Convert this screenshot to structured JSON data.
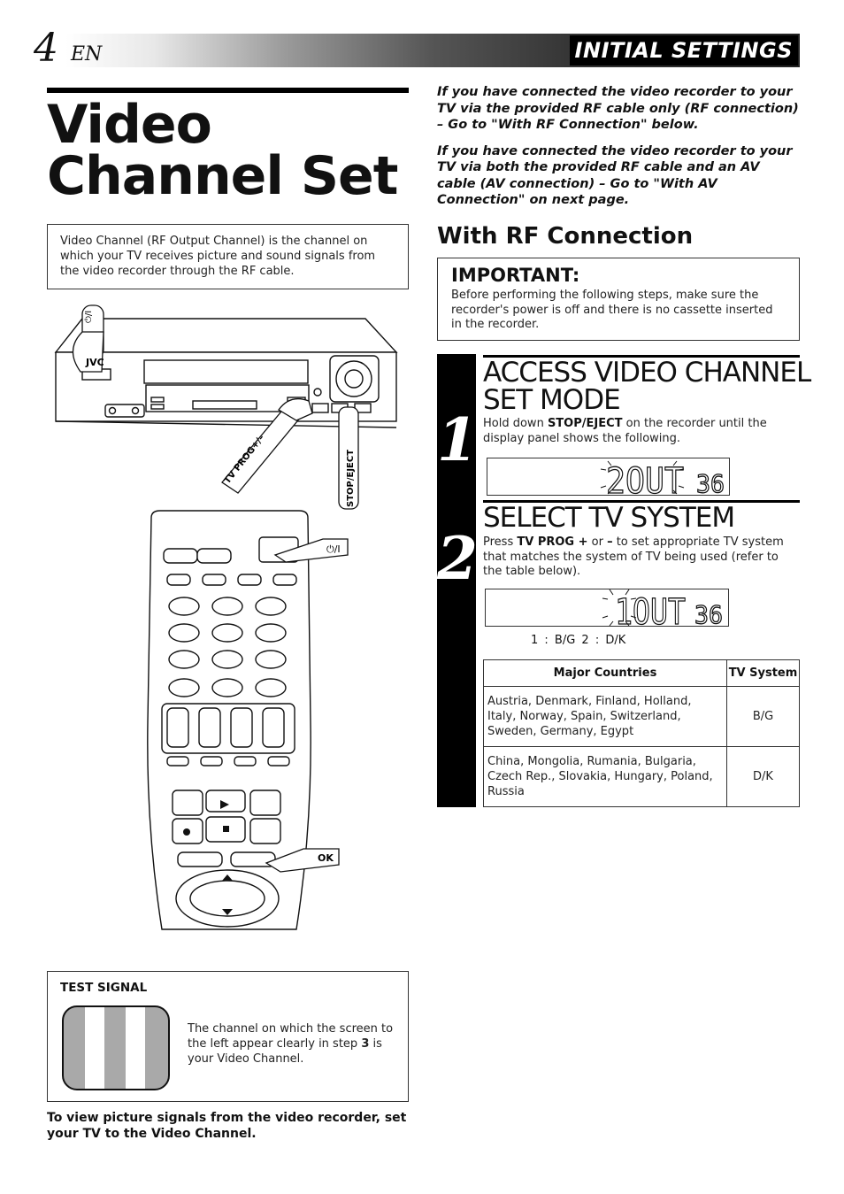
{
  "header": {
    "page_number": "4",
    "lang": "EN",
    "section": "INITIAL SETTINGS"
  },
  "title": {
    "line1": "Video",
    "line2": "Channel Set"
  },
  "intro_box": "Video Channel (RF Output Channel) is the channel on which your TV receives picture and sound signals from the video recorder through the RF cable.",
  "illustration": {
    "jvc_logo": "JVC",
    "label_power": "⏻/I",
    "label_tv_prog": "TV PROG+/–",
    "label_stop_eject": "STOP/EJECT",
    "label_remote_power": "⏻/I",
    "label_ok": "OK"
  },
  "test_signal": {
    "label": "TEST SIGNAL",
    "text_before": "The channel on which the screen to the left appear clearly in step ",
    "step_ref": "3",
    "text_after": " is your Video Channel."
  },
  "bottom_note": "To view picture signals from the video recorder, set your TV to the Video Channel.",
  "right_intro": {
    "p1": "If you have connected the video recorder to your TV via the provided RF cable only (RF connection) – Go to \"With RF Connection\" below.",
    "p2": "If you have connected the video recorder to your TV via both the provided RF cable and an AV cable (AV connection) – Go to \"With AV Connection\" on next page."
  },
  "rf_heading": "With RF Connection",
  "important": {
    "title": "IMPORTANT:",
    "text": "Before performing the following steps, make sure the recorder's power is off and there is no cassette inserted in the recorder."
  },
  "step1": {
    "number": "1",
    "title_line1": "ACCESS VIDEO CHANNEL",
    "title_line2": "SET MODE",
    "text_before": "Hold down ",
    "button": "STOP/EJECT",
    "text_after": " on the recorder until the display panel shows the following.",
    "display_main": "2OUT",
    "display_channel": "36"
  },
  "step2": {
    "number": "2",
    "title": "SELECT TV SYSTEM",
    "text_before": "Press ",
    "button_plus": "TV PROG +",
    "text_or": " or ",
    "button_minus": "–",
    "text_after": " to set appropriate TV system that matches the system of TV being used (refer to the table below).",
    "display_main": "1OUT",
    "display_channel": "36",
    "legend": "1 : B/G    2 : D/K"
  },
  "table": {
    "headers": [
      "Major Countries",
      "TV System"
    ],
    "rows": [
      {
        "countries": "Austria, Denmark, Finland, Holland, Italy, Norway, Spain, Switzerland, Sweden, Germany, Egypt",
        "system": "B/G"
      },
      {
        "countries": "China, Mongolia, Rumania, Bulgaria, Czech Rep., Slovakia, Hungary, Poland, Russia",
        "system": "D/K"
      }
    ]
  }
}
